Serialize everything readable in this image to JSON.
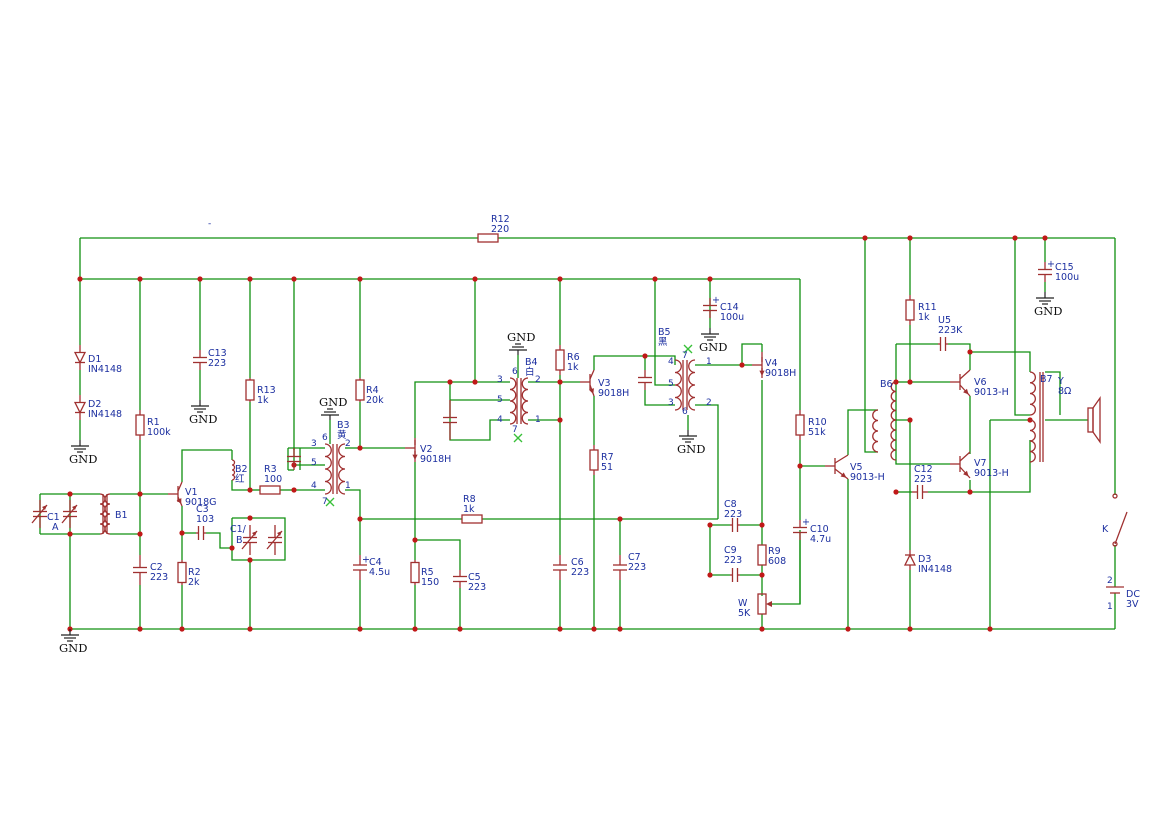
{
  "schematic": {
    "resistors": [
      {
        "ref": "R1",
        "value": "100k"
      },
      {
        "ref": "R2",
        "value": "2k"
      },
      {
        "ref": "R3",
        "value": "100"
      },
      {
        "ref": "R4",
        "value": "20k"
      },
      {
        "ref": "R5",
        "value": "150"
      },
      {
        "ref": "R6",
        "value": "1k"
      },
      {
        "ref": "R7",
        "value": "51"
      },
      {
        "ref": "R8",
        "value": "1k"
      },
      {
        "ref": "R9",
        "value": "608"
      },
      {
        "ref": "R10",
        "value": "51k"
      },
      {
        "ref": "R11",
        "value": "1k"
      },
      {
        "ref": "R12",
        "value": "220"
      },
      {
        "ref": "R13",
        "value": "1k"
      }
    ],
    "capacitors": [
      {
        "ref": "C1",
        "value": "A"
      },
      {
        "ref": "C1/",
        "value": "B"
      },
      {
        "ref": "C2",
        "value": "223"
      },
      {
        "ref": "C3",
        "value": "103"
      },
      {
        "ref": "C4",
        "value": "4.5u"
      },
      {
        "ref": "C5",
        "value": "223"
      },
      {
        "ref": "C6",
        "value": "223"
      },
      {
        "ref": "C7",
        "value": "223"
      },
      {
        "ref": "C8",
        "value": "223"
      },
      {
        "ref": "C9",
        "value": "223"
      },
      {
        "ref": "C10",
        "value": "4.7u"
      },
      {
        "ref": "C12",
        "value": "223"
      },
      {
        "ref": "C13",
        "value": "223"
      },
      {
        "ref": "C14",
        "value": "100u"
      },
      {
        "ref": "C15",
        "value": "100u"
      }
    ],
    "transistors": [
      {
        "ref": "V1",
        "value": "9018G"
      },
      {
        "ref": "V2",
        "value": "9018H"
      },
      {
        "ref": "V3",
        "value": "9018H"
      },
      {
        "ref": "V4",
        "value": "9018H"
      },
      {
        "ref": "V5",
        "value": "9013-H"
      },
      {
        "ref": "V6",
        "value": "9013-H"
      },
      {
        "ref": "V7",
        "value": "9013-H"
      }
    ],
    "diodes": [
      {
        "ref": "D1",
        "value": "IN4148"
      },
      {
        "ref": "D2",
        "value": "IN4148"
      },
      {
        "ref": "D3",
        "value": "IN4148"
      }
    ],
    "transformers": [
      {
        "ref": "B1",
        "value": ""
      },
      {
        "ref": "B2",
        "value": "红"
      },
      {
        "ref": "B3",
        "value": "黄"
      },
      {
        "ref": "B4",
        "value": "白"
      },
      {
        "ref": "B5",
        "value": "黑"
      },
      {
        "ref": "B6",
        "value": ""
      },
      {
        "ref": "B7",
        "value": ""
      }
    ],
    "other": {
      "pot_ref": "W",
      "pot_value": "5K",
      "u_ref": "U5",
      "u_value": "223K",
      "speaker_ref": "Y",
      "speaker_value": "8Ω",
      "switch_ref": "K",
      "battery_ref": "DC",
      "battery_value": "3V",
      "battery_pin1": "1",
      "battery_pin2": "2"
    },
    "gnd_label": "GND",
    "pins": {
      "b3": [
        "3",
        "5",
        "4",
        "6",
        "7",
        "2",
        "1"
      ],
      "b4": [
        "3",
        "5",
        "4",
        "6",
        "7",
        "2",
        "1"
      ],
      "b5": [
        "4",
        "5",
        "3",
        "7",
        "6",
        "1",
        "2"
      ]
    },
    "tick": "-"
  }
}
